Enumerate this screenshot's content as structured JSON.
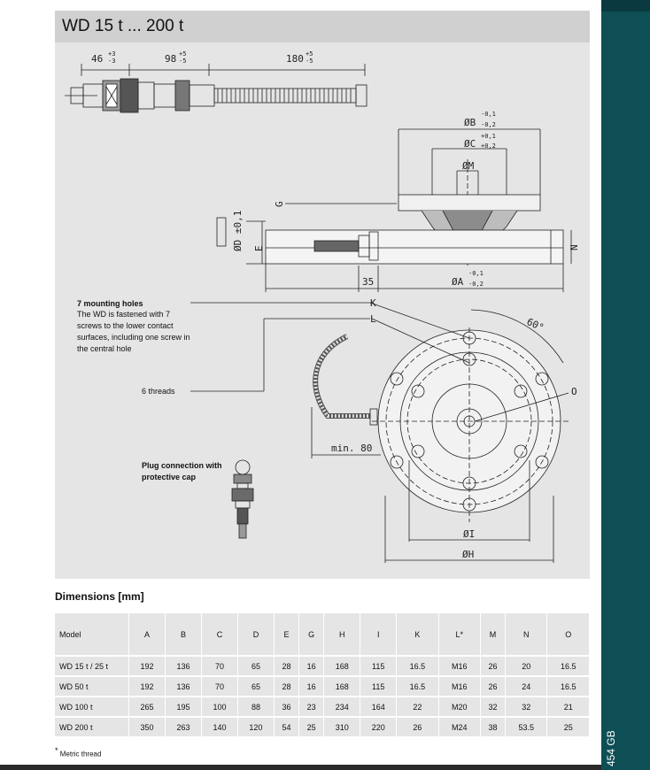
{
  "title": "WD 15 t ... 200 t",
  "side_code": "454 GB",
  "drawing": {
    "dim_46": "46",
    "dim_46_tol_upper": "+3",
    "dim_46_tol_lower": "-3",
    "dim_98": "98",
    "dim_98_tol_upper": "+5",
    "dim_98_tol_lower": "-5",
    "dim_180": "180",
    "dim_180_tol_upper": "+5",
    "dim_180_tol_lower": "-5",
    "dim_B": "ØB",
    "dim_B_tol_upper": "-0,1",
    "dim_B_tol_lower": "-0,2",
    "dim_C": "ØC",
    "dim_C_tol_upper": "+0,1",
    "dim_C_tol_lower": "+0,2",
    "dim_M": "ØM",
    "dim_G": "G",
    "dim_D": "ØD ±0,1",
    "dim_E": "E",
    "dim_N": "N",
    "dim_35": "35",
    "dim_A": "ØA",
    "dim_A_tol_upper": "-0,1",
    "dim_A_tol_lower": "-0,2",
    "label_K": "K",
    "label_L": "L",
    "angle": "60°",
    "label_O": "O",
    "min80": "min. 80",
    "dim_I": "ØI",
    "dim_H": "ØH",
    "mounting_title": "7 mounting holes",
    "mounting_line1": "The WD is fastened with 7",
    "mounting_line2": "screws to the lower contact",
    "mounting_line3": "surfaces, including one screw in",
    "mounting_line4": "the central hole",
    "threads": "6 threads",
    "plug_line1": "Plug connection with",
    "plug_line2": "protective cap"
  },
  "dimensions": {
    "heading": "Dimensions [mm]",
    "columns": [
      "Model",
      "A",
      "B",
      "C",
      "D",
      "E",
      "G",
      "H",
      "I",
      "K",
      "L*",
      "M",
      "N",
      "O"
    ],
    "rows": [
      [
        "WD 15 t / 25 t",
        "192",
        "136",
        "70",
        "65",
        "28",
        "16",
        "168",
        "115",
        "16.5",
        "M16",
        "26",
        "20",
        "16.5"
      ],
      [
        "WD 50 t",
        "192",
        "136",
        "70",
        "65",
        "28",
        "16",
        "168",
        "115",
        "16.5",
        "M16",
        "26",
        "24",
        "16.5"
      ],
      [
        "WD 100 t",
        "265",
        "195",
        "100",
        "88",
        "36",
        "23",
        "234",
        "164",
        "22",
        "M20",
        "32",
        "32",
        "21"
      ],
      [
        "WD 200 t",
        "350",
        "263",
        "140",
        "120",
        "54",
        "25",
        "310",
        "220",
        "26",
        "M24",
        "38",
        "53.5",
        "25"
      ]
    ],
    "footnote_mark": "*",
    "footnote": "Metric thread"
  }
}
